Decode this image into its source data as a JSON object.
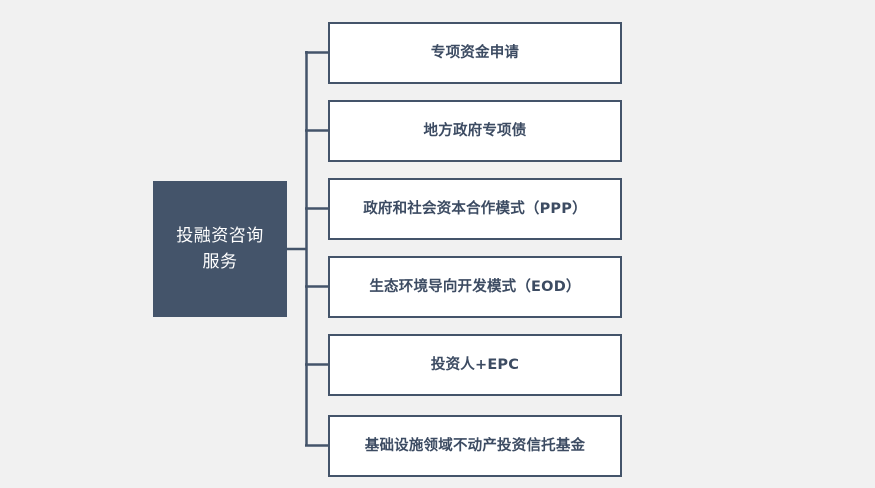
{
  "diagram": {
    "type": "tree",
    "title": "投融资咨询服务",
    "background_color": "#F1F1F1",
    "accent_color": "#44546A",
    "node_text_color": "#3C4B62",
    "root": {
      "label": "投融资咨询\n服务",
      "fill_color": "#44546A",
      "text_color": "#FFFFFF"
    },
    "children": [
      {
        "label": "专项资金申请"
      },
      {
        "label": "地方政府专项债"
      },
      {
        "label": "政府和社会资本合作模式（PPP）"
      },
      {
        "label": "生态环境导向开发模式（EOD）"
      },
      {
        "label": "投资人+EPC"
      },
      {
        "label": "基础设施领域不动产投资信托基金"
      }
    ]
  }
}
